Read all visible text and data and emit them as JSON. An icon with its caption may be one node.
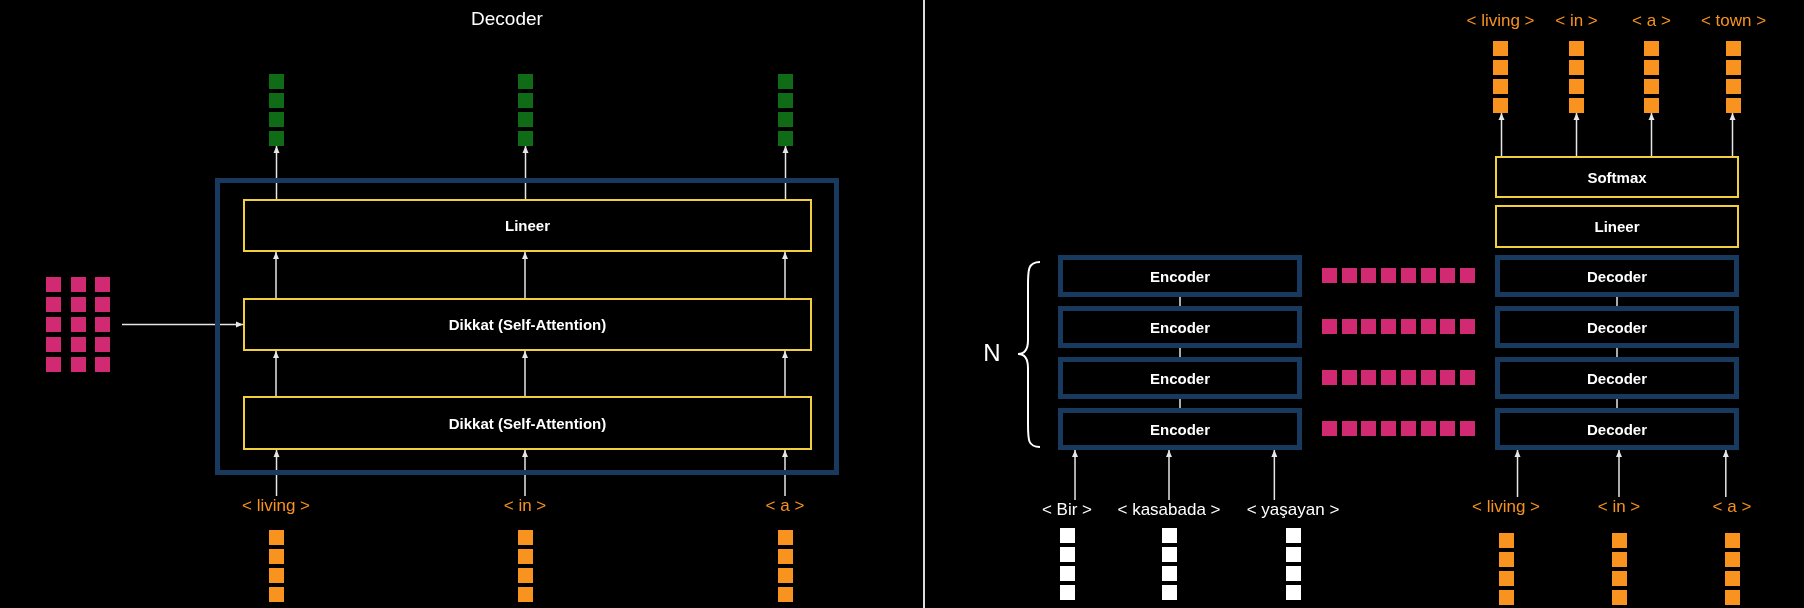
{
  "diagram": {
    "nodes": [
      {
        "text": [],
        "shape": "box"
      },
      {
        "text": [
          "Lineer"
        ],
        "in": 0
      },
      {
        "text": [
          "Dikkat (Self-Attention)"
        ],
        "in": 0
      },
      {
        "text": [
          "Dikkat (Self-Attention)"
        ],
        "in": 0
      },
      {
        "text": [],
        "shape": "bar"
      },
      {
        "text": [],
        "shape": "bar"
      },
      {
        "text": [],
        "shape": "bar"
      },
      {
        "text": [],
        "shape": "bar"
      },
      {
        "text": [
          "< living >"
        ]
      },
      {
        "text": [
          "< in >"
        ]
      },
      {
        "text": [
          "< a >"
        ]
      },
      {
        "text": [],
        "shape": "bar"
      },
      {
        "text": [],
        "shape": "bar"
      },
      {
        "text": [],
        "shape": "bar"
      },
      {
        "text": [
          "Encoder"
        ]
      },
      {
        "text": [
          "Encoder"
        ]
      },
      {
        "text": [
          "Encoder"
        ]
      },
      {
        "text": [
          "Encoder"
        ]
      },
      {
        "text": [],
        "shape": "bar"
      },
      {
        "text": [],
        "shape": "bar"
      },
      {
        "text": [],
        "shape": "bar"
      },
      {
        "text": [],
        "shape": "bar"
      },
      {
        "text": [
          "Decoder"
        ]
      },
      {
        "text": [
          "Decoder"
        ]
      },
      {
        "text": [
          "Decoder"
        ]
      },
      {
        "text": [
          "Decoder"
        ]
      },
      {
        "text": [
          "Lineer"
        ]
      },
      {
        "text": [
          "Softmax"
        ]
      },
      {
        "text": [],
        "shape": "bar",
        "beside": [
          "< living >"
        ]
      },
      {
        "text": [],
        "shape": "bar",
        "beside": [
          "< in >"
        ]
      },
      {
        "text": [],
        "shape": "bar",
        "beside": [
          "< a >"
        ]
      },
      {
        "text": [],
        "shape": "bar",
        "beside": [
          "< town >"
        ]
      },
      {
        "text": [
          "< Bir >"
        ]
      },
      {
        "text": [
          "< kasabada >"
        ]
      },
      {
        "text": [
          "< yaşayan >"
        ]
      },
      {
        "text": [],
        "shape": "bar"
      },
      {
        "text": [],
        "shape": "bar"
      },
      {
        "text": [],
        "shape": "bar"
      },
      {
        "text": [
          "< living >"
        ]
      },
      {
        "text": [
          "< in >"
        ]
      },
      {
        "text": [
          "< a >"
        ]
      },
      {
        "text": [],
        "shape": "bar"
      },
      {
        "text": [],
        "shape": "bar"
      },
      {
        "text": [],
        "shape": "bar"
      }
    ],
    "edges": [
      {
        "from": 8,
        "to": 3,
        "arrow": "to"
      },
      {
        "from": 9,
        "to": 3,
        "arrow": "to"
      },
      {
        "from": 10,
        "to": 3,
        "arrow": "to"
      },
      {
        "from": 3,
        "to": 2,
        "arrow": "to"
      },
      {
        "from": 3,
        "to": 2,
        "arrow": "to"
      },
      {
        "from": 3,
        "to": 2,
        "arrow": "to"
      },
      {
        "from": 2,
        "to": 1,
        "arrow": "to"
      },
      {
        "from": 2,
        "to": 1,
        "arrow": "to"
      },
      {
        "from": 2,
        "to": 1,
        "arrow": "to"
      },
      {
        "from": 1,
        "to": 4,
        "arrow": "to"
      },
      {
        "from": 1,
        "to": 5,
        "arrow": "to"
      },
      {
        "from": 1,
        "to": 6,
        "arrow": "to"
      },
      {
        "from": 7,
        "to": 2,
        "arrow": "to"
      },
      {
        "from": 14,
        "to": 15,
        "arrow": "none"
      },
      {
        "from": 15,
        "to": 16,
        "arrow": "none"
      },
      {
        "from": 16,
        "to": 17,
        "arrow": "none"
      },
      {
        "from": 22,
        "to": 23,
        "arrow": "none"
      },
      {
        "from": 23,
        "to": 24,
        "arrow": "none"
      },
      {
        "from": 24,
        "to": 25,
        "arrow": "none"
      },
      {
        "from": 32,
        "to": 17,
        "arrow": "to"
      },
      {
        "from": 33,
        "to": 17,
        "arrow": "to"
      },
      {
        "from": 34,
        "to": 17,
        "arrow": "to"
      },
      {
        "from": 38,
        "to": 25,
        "arrow": "to"
      },
      {
        "from": 39,
        "to": 25,
        "arrow": "to"
      },
      {
        "from": 40,
        "to": 25,
        "arrow": "to"
      },
      {
        "from": 27,
        "to": 28,
        "arrow": "to"
      },
      {
        "from": 27,
        "to": 29,
        "arrow": "to"
      },
      {
        "from": 27,
        "to": 30,
        "arrow": "to"
      },
      {
        "from": 27,
        "to": 31,
        "arrow": "to"
      }
    ],
    "labels": [
      "Decoder",
      "N"
    ]
  }
}
